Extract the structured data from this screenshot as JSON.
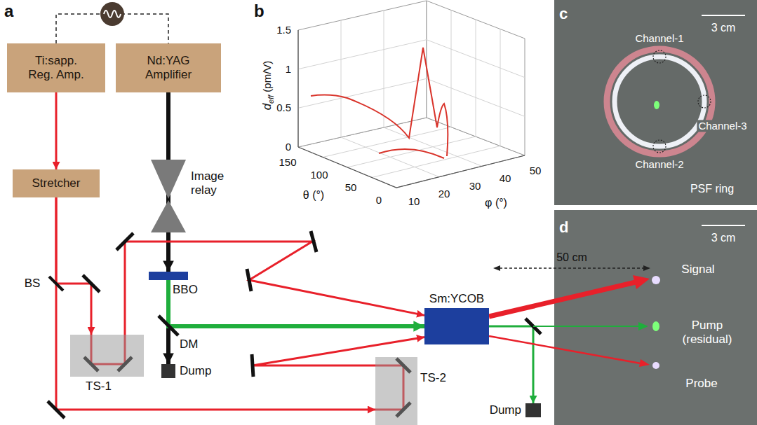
{
  "diagram": {
    "nodes": [
      {
        "text": [
          "Ti:sapp. Reg. Amp."
        ]
      },
      {
        "text": [
          "Nd:YAG Amplifier"
        ]
      },
      {
        "text": [
          "Stretcher"
        ]
      },
      {
        "text": [
          "BBO"
        ]
      },
      {
        "text": [
          "Sm:YCOB"
        ]
      },
      {
        "text": [
          "TS-1"
        ]
      },
      {
        "text": [
          "Dump"
        ]
      },
      {
        "text": [
          "TS-2"
        ]
      },
      {
        "text": [
          "Dump"
        ]
      }
    ],
    "edges": [
      {
        "from": 0,
        "to": 1,
        "arrow": "none"
      },
      {
        "from": 0,
        "to": 2,
        "arrow": "to"
      },
      {
        "from": 1,
        "to": 3,
        "arrow": "to"
      },
      {
        "from": 3,
        "to": 6,
        "arrow": "to"
      },
      {
        "from": 3,
        "to": 4,
        "arrow": "to"
      },
      {
        "from": 2,
        "to": 5,
        "arrow": "to"
      },
      {
        "from": 5,
        "to": 4,
        "arrow": "to"
      },
      {
        "from": 2,
        "to": 7,
        "arrow": "to"
      },
      {
        "from": 7,
        "to": 4,
        "arrow": "to"
      },
      {
        "from": 4,
        "to": 8,
        "arrow": "to"
      }
    ],
    "labels": [
      "a",
      "BS",
      "Image relay",
      "DM",
      "50 cm",
      "b",
      "d",
      "eff",
      "(pm/V)",
      "1.5",
      "1",
      "0.5",
      "0",
      "150",
      "100",
      "50",
      "0",
      "θ (°)",
      "10",
      "20",
      "30",
      "40",
      "50",
      "φ (°)",
      "c",
      "3 cm",
      "Channel-1",
      "Channel-3",
      "Channel-2",
      "PSF ring",
      "d",
      "3 cm",
      "Signal",
      "Pump (residual)",
      "Probe"
    ]
  }
}
